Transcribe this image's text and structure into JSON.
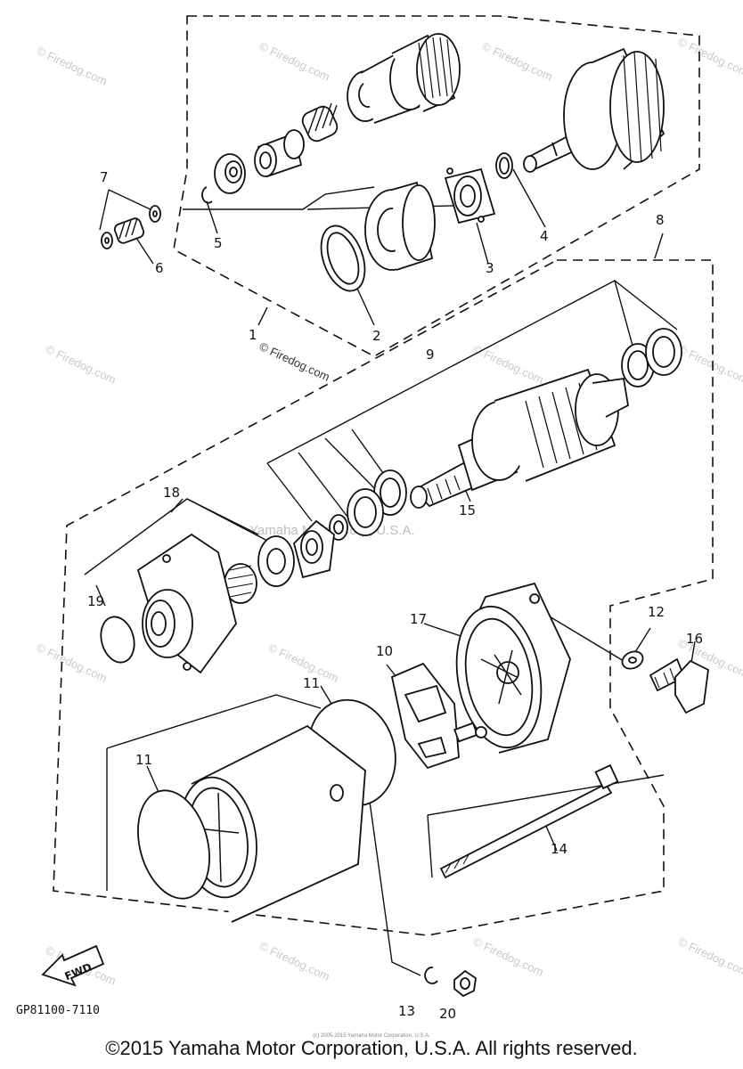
{
  "diagram": {
    "code": "GP81100-7110",
    "fwd_label": "FWD",
    "copyright": "©2015 Yamaha Motor Corporation, U.S.A. All rights reserved.",
    "small_copyright": "(c) 2005-2015 Yamaha Motor Corporation, U.S.A.",
    "center_watermark": "Yamaha Motor Corp, U.S.A.",
    "watermark": "© Firedog.com",
    "callouts": [
      "1",
      "2",
      "3",
      "4",
      "5",
      "6",
      "7",
      "8",
      "9",
      "10",
      "11",
      "11",
      "12",
      "13",
      "14",
      "15",
      "16",
      "17",
      "18",
      "19",
      "20"
    ]
  },
  "colors": {
    "ink": "#111111",
    "watermark": "#c9c9c9",
    "paper": "#ffffff"
  }
}
